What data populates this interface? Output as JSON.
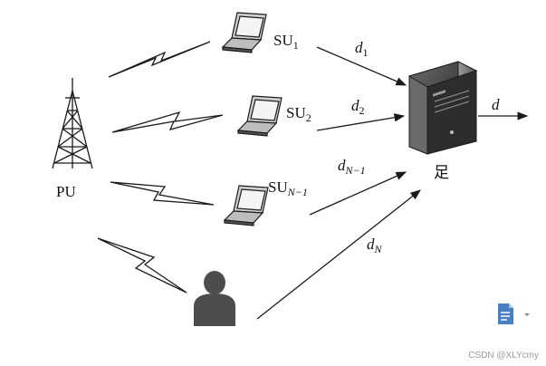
{
  "labels": {
    "pu": "PU",
    "su_prefix": "SU",
    "su1_sub": "1",
    "su2_sub": "2",
    "sun1_sub": "N−1",
    "d1_sub": "1",
    "d2_sub": "2",
    "dn1_sub": "N−1",
    "dn_sub": "N",
    "d_letter": "d",
    "d_out": "d",
    "fc_label": "足"
  },
  "watermark": "CSDN @XLYcmy",
  "colors": {
    "stroke": "#1a1a1a",
    "server_dark": "#3a3a3a",
    "server_mid": "#7a7a7a",
    "person": "#4d4d4d",
    "widget": "#4a7fc1"
  }
}
